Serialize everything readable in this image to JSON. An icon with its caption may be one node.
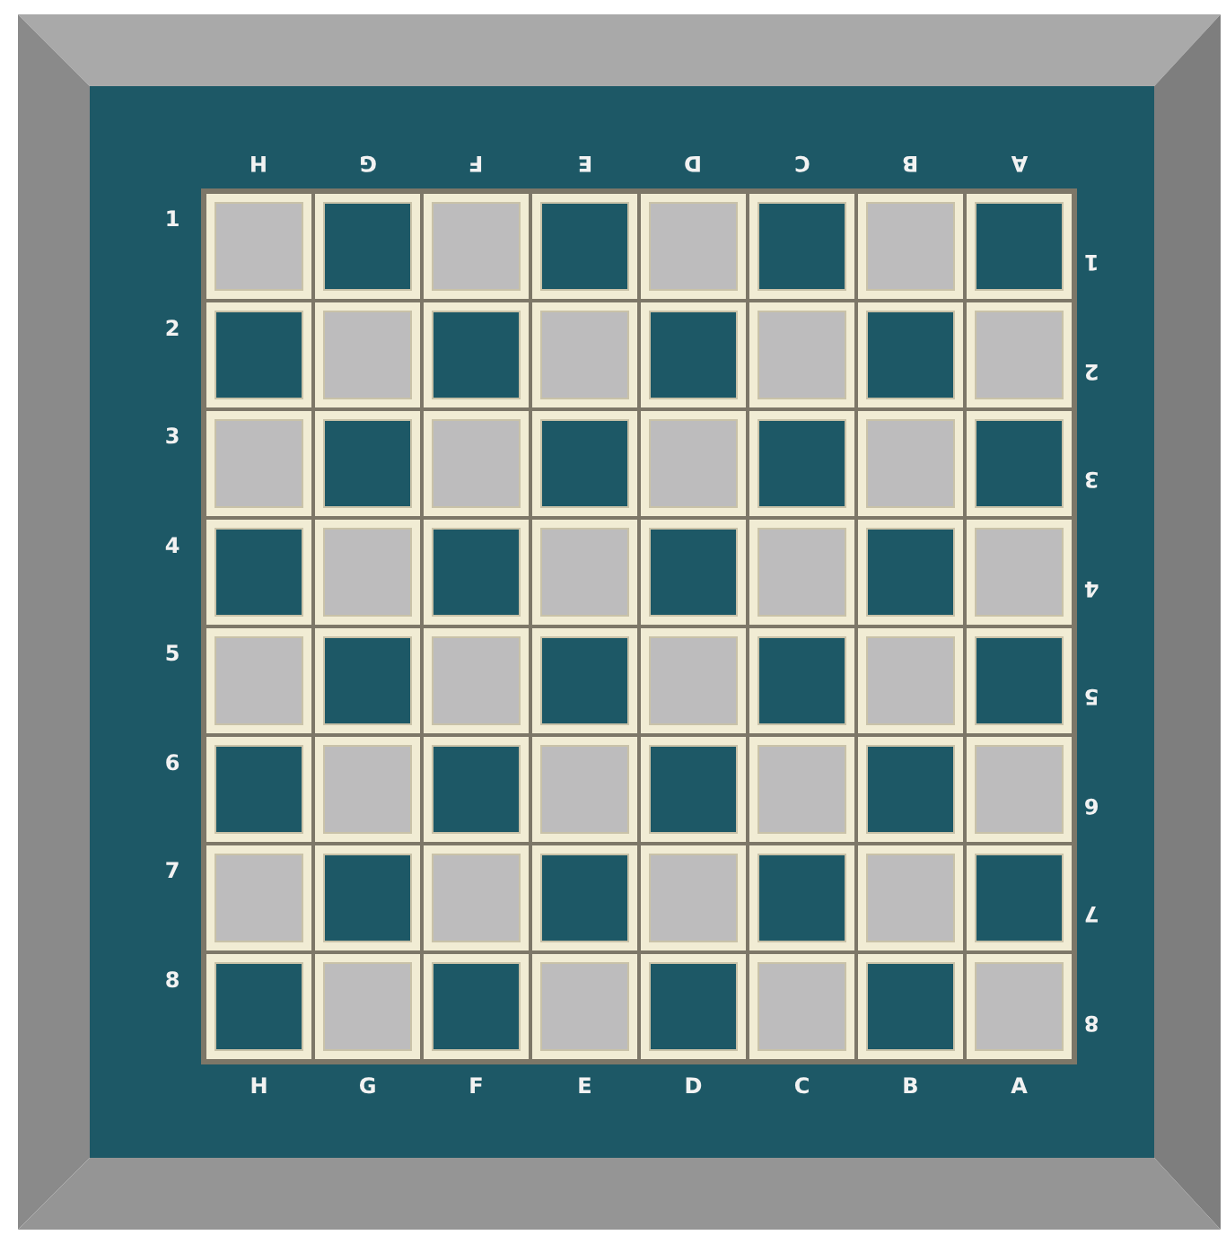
{
  "diagram": {
    "labels": [
      "H",
      "G",
      "F",
      "E",
      "D",
      "C",
      "B",
      "A",
      "1",
      "1",
      "2",
      "2",
      "3",
      "3",
      "4",
      "4",
      "5",
      "5",
      "6",
      "6",
      "7",
      "7",
      "8",
      "8",
      "H",
      "G",
      "F",
      "E",
      "D",
      "C",
      "B",
      "A"
    ]
  }
}
